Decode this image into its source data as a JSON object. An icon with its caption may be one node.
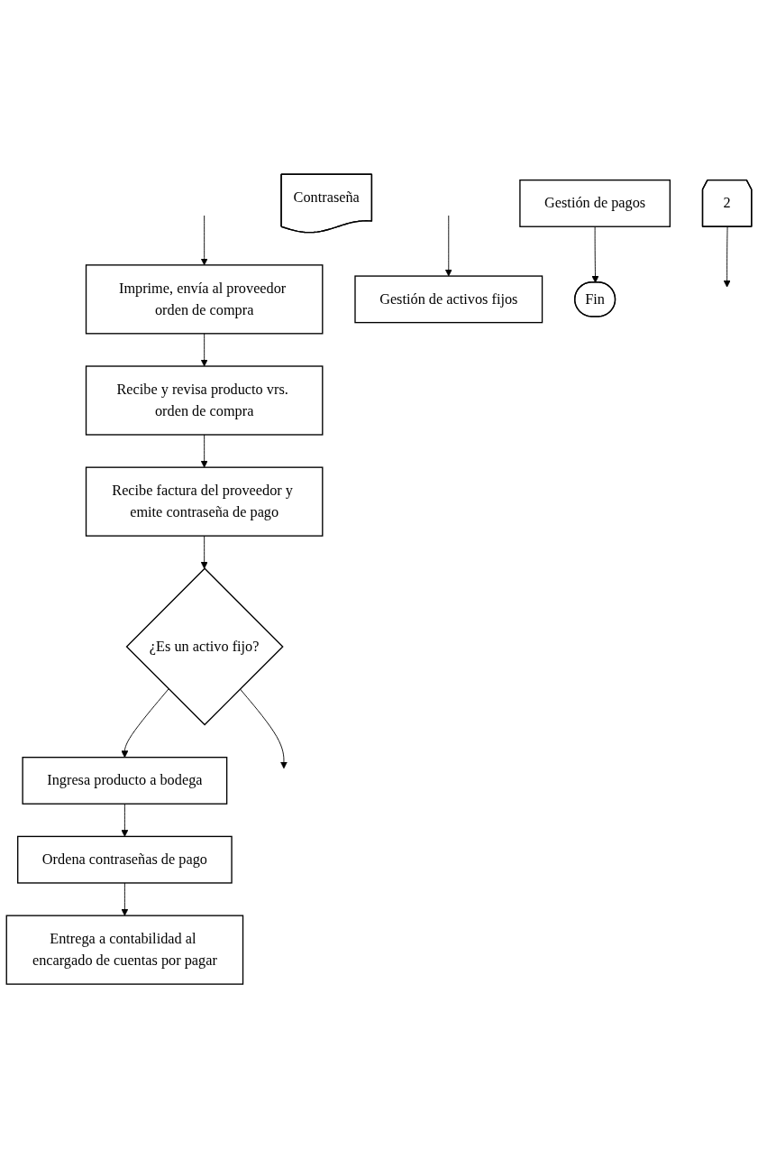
{
  "diagram": {
    "nodes": [
      {
        "text": [
          "2"
        ]
      },
      {
        "text": [
          "Imprime, envía al proveedor orden de compra"
        ]
      },
      {
        "text": [
          "Recibe y revisa producto vrs. orden de compra"
        ]
      },
      {
        "text": [
          "Recibe factura del proveedor y emite contraseña de pago"
        ]
      },
      {
        "text": [
          "Contraseña"
        ]
      },
      {
        "text": [
          "¿Es un activo fijo?"
        ]
      },
      {
        "text": [
          "Gestión de activos fijos"
        ]
      },
      {
        "text": [
          "Ingresa producto a bodega"
        ]
      },
      {
        "text": [
          "Ordena contraseñas de pago"
        ]
      },
      {
        "text": [
          "Entrega a contabilidad al encargado de cuentas por pagar"
        ]
      },
      {
        "text": [
          "Gestión de pagos"
        ]
      },
      {
        "text": [
          "Fin"
        ]
      }
    ],
    "edges": [
      {
        "from": 0,
        "to": null,
        "arrow": "to"
      },
      {
        "from": null,
        "to": 1,
        "arrow": "to"
      },
      {
        "from": 1,
        "to": 2,
        "arrow": "to"
      },
      {
        "from": 2,
        "to": 3,
        "arrow": "to"
      },
      {
        "from": 3,
        "to": 5,
        "arrow": "to"
      },
      {
        "from": 5,
        "to": null,
        "arrow": "to"
      },
      {
        "from": null,
        "to": 6,
        "arrow": "to"
      },
      {
        "from": 5,
        "to": 7,
        "arrow": "to"
      },
      {
        "from": 7,
        "to": 8,
        "arrow": "to"
      },
      {
        "from": 8,
        "to": 9,
        "arrow": "to"
      },
      {
        "from": 10,
        "to": 11,
        "arrow": "to"
      }
    ]
  }
}
